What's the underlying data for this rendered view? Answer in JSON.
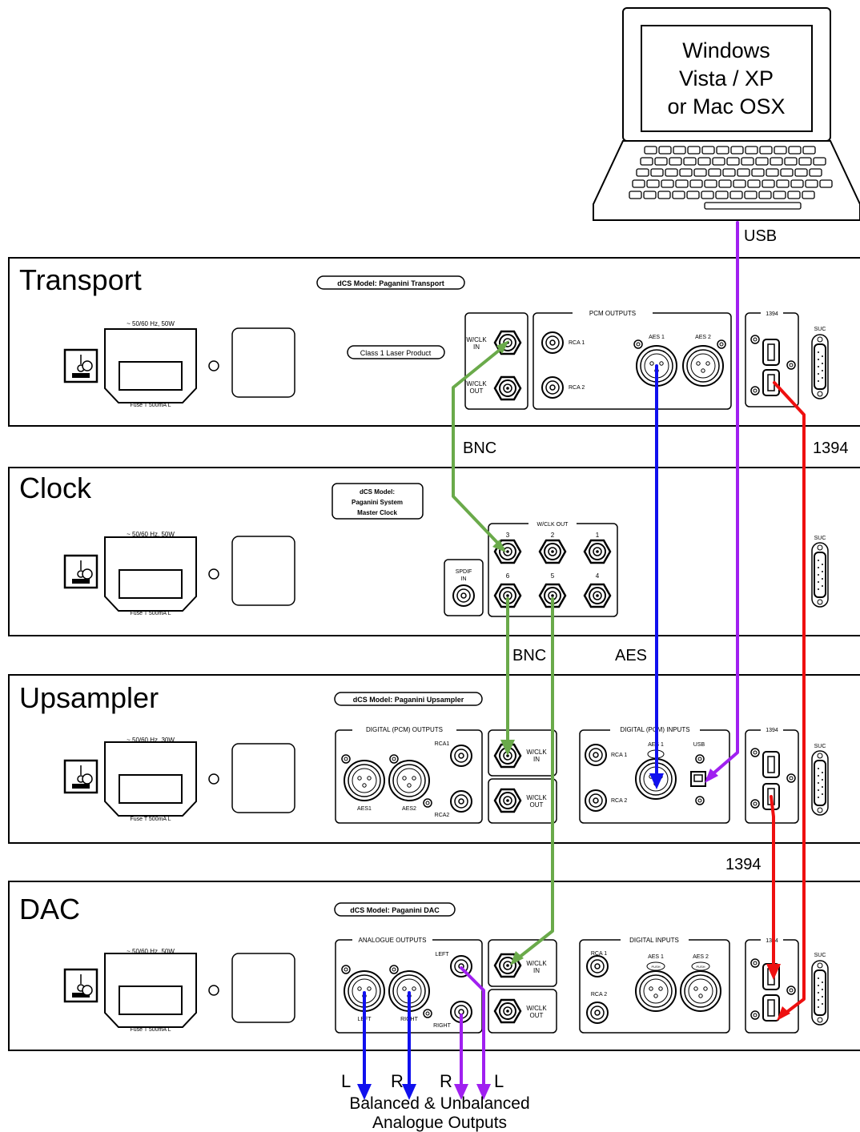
{
  "laptop": {
    "screen_lines": [
      "Windows",
      "Vista / XP",
      "or Mac OSX"
    ]
  },
  "units": {
    "transport": {
      "name": "Transport",
      "model": "dCS Model: Paganini Transport",
      "power": "~ 50/60 Hz, 50W",
      "fuse": "Fuse T 500mA L",
      "laser": "Class 1 Laser Product",
      "wclk_in": [
        "W/CLK",
        "IN"
      ],
      "wclk_out": [
        "W/CLK",
        "OUT"
      ],
      "pcm_outputs": "PCM OUTPUTS",
      "rca1": "RCA 1",
      "rca2": "RCA 2",
      "aes1": "AES 1",
      "aes2": "AES 2",
      "fw": "1394",
      "suc": "SUC"
    },
    "clock": {
      "name": "Clock",
      "model": [
        "dCS Model:",
        "Paganini System",
        "Master Clock"
      ],
      "power": "~ 50/60 Hz, 50W",
      "fuse": "Fuse T 500mA L",
      "spdif": [
        "SPDIF",
        "IN"
      ],
      "wclk_out": "W/CLK OUT",
      "ports": [
        "3",
        "2",
        "1",
        "6",
        "5",
        "4"
      ],
      "suc": "SUC"
    },
    "upsampler": {
      "name": "Upsampler",
      "model": "dCS Model: Paganini Upsampler",
      "power": "~ 50/60 Hz, 30W",
      "fuse": "Fuse T 500mA L",
      "digital_outputs": "DIGITAL (PCM) OUTPUTS",
      "digital_inputs": "DIGITAL (PCM) INPUTS",
      "aes1": "AES1",
      "aes2": "AES2",
      "rca1": "RCA1",
      "rca2": "RCA2",
      "in_rca1": "RCA 1",
      "in_rca2": "RCA 2",
      "in_aes1": "AES 1",
      "usb": "USB",
      "wclk_in": [
        "W/CLK",
        "IN"
      ],
      "wclk_out": [
        "W/CLK",
        "OUT"
      ],
      "fw": "1394",
      "suc": "SUC"
    },
    "dac": {
      "name": "DAC",
      "model": "dCS Model: Paganini DAC",
      "power": "~ 50/60 Hz, 50W",
      "fuse": "Fuse T 500mA L",
      "analogue_outputs": "ANALOGUE OUTPUTS",
      "left": "LEFT",
      "right": "RIGHT",
      "xlr_left": "LEFT",
      "xlr_right": "RIGHT",
      "digital_inputs": "DIGITAL INPUTS",
      "rca1": "RCA 1",
      "rca2": "RCA 2",
      "aes1": "AES 1",
      "aes2": "AES 2",
      "push": "PUSH",
      "wclk_in": [
        "W/CLK",
        "IN"
      ],
      "wclk_out": [
        "W/CLK",
        "OUT"
      ],
      "fw": "1394",
      "suc": "SUC"
    }
  },
  "cable_labels": {
    "usb": "USB",
    "bnc_top": "BNC",
    "fw_top": "1394",
    "bnc_mid": "BNC",
    "aes": "AES",
    "fw_bottom": "1394"
  },
  "output_labels": {
    "L1": "L",
    "R1": "R",
    "R2": "R",
    "L2": "L",
    "line1": "Balanced & Unbalanced",
    "line2": "Analogue Outputs"
  },
  "colors": {
    "bnc": "#6aaa4a",
    "aes": "#1010ee",
    "usb": "#a020f0",
    "firewire": "#ee1010",
    "balanced": "#1010ee",
    "unbalanced": "#a020f0"
  }
}
